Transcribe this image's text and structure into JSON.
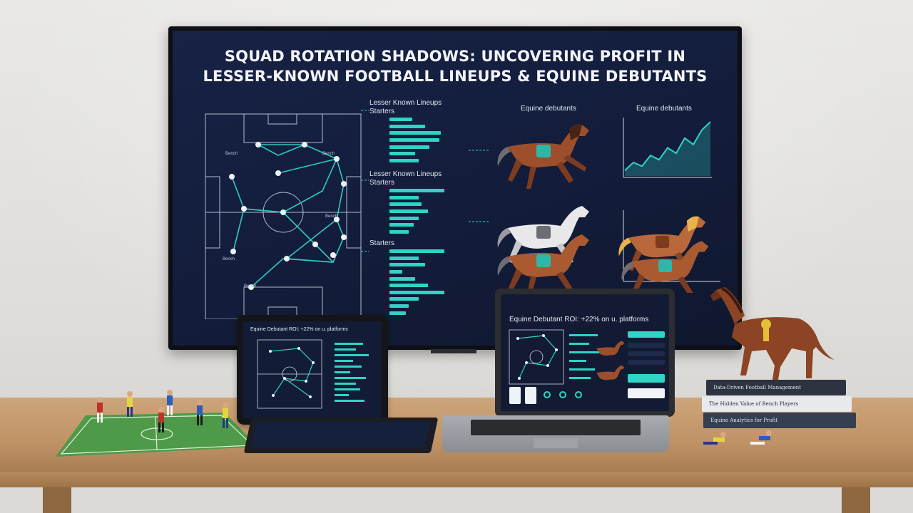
{
  "tv": {
    "title_line1": "SQUAD ROTATION SHADOWS: UNCOVERING PROFIT IN",
    "title_line2": "LESSER-KNOWN FOOTBALL LINEUPS & EQUINE DEBUTANTS",
    "pitch_labels": [
      "Bench",
      "Bench",
      "Bench",
      "Bench",
      "Bench"
    ],
    "lineup_panels": [
      {
        "heading_1": "Lesser Known Lineups",
        "heading_2": "Starters",
        "bars": [
          0.35,
          0.55,
          0.8,
          0.78,
          0.62,
          0.4,
          0.45
        ]
      },
      {
        "heading_1": "Lesser Known Lineups",
        "heading_2": "Starters",
        "bars": [
          0.85,
          0.45,
          0.5,
          0.6,
          0.45,
          0.38,
          0.3
        ]
      },
      {
        "heading_1": "",
        "heading_2": "Starters",
        "bars": [
          0.85,
          0.45,
          0.55,
          0.2,
          0.4,
          0.6,
          0.85,
          0.45,
          0.3,
          0.25
        ]
      }
    ],
    "equine_heading_1": "Equine debutants",
    "equine_heading_2": "Equine debutants",
    "trend": [
      0.1,
      0.25,
      0.18,
      0.38,
      0.3,
      0.52,
      0.42,
      0.7,
      0.58,
      0.85,
      1.0
    ]
  },
  "tablet": {
    "title": "Equine Debutant ROI: +22% on u. platforms"
  },
  "laptop": {
    "title": "Equine Debutant ROI: +22% on u. platforms"
  },
  "books": [
    {
      "title": "Data-Driven Football Management"
    },
    {
      "title": "The Hidden Value of Bench Players"
    },
    {
      "title": "Equine Analytics for Profit"
    }
  ],
  "colors": {
    "screen_bg": "#152043",
    "accent": "#2fd4c6",
    "horse_brown": "#9c4f2a",
    "horse_white": "#e8e8ea",
    "saddle": "#2fb7a6"
  },
  "icons": {
    "pitch": "football-pitch-icon",
    "horse": "racehorse-icon",
    "chart": "trend-chart-icon"
  }
}
